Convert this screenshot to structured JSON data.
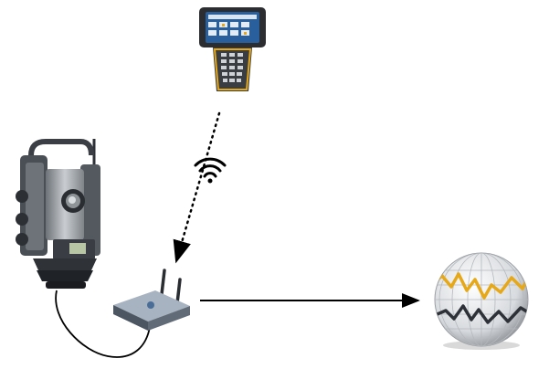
{
  "diagram": {
    "nodes": [
      {
        "id": "controller",
        "icon": "handheld-controller-icon"
      },
      {
        "id": "total_station",
        "icon": "total-station-icon"
      },
      {
        "id": "radio",
        "icon": "wireless-radio-icon"
      },
      {
        "id": "analysis",
        "icon": "monitoring-graph-sphere-icon"
      }
    ],
    "edges": [
      {
        "from": "controller",
        "to": "radio",
        "style": "dotted",
        "label_icon": "wifi-icon"
      },
      {
        "from": "total_station",
        "to": "radio",
        "style": "cable"
      },
      {
        "from": "radio",
        "to": "analysis",
        "style": "arrow"
      }
    ],
    "colors": {
      "accent_yellow": "#e6a817",
      "device_dark": "#2e3238",
      "device_gray": "#9ea3a8",
      "line": "#000000",
      "screen_blue": "#2a5f9e"
    }
  }
}
